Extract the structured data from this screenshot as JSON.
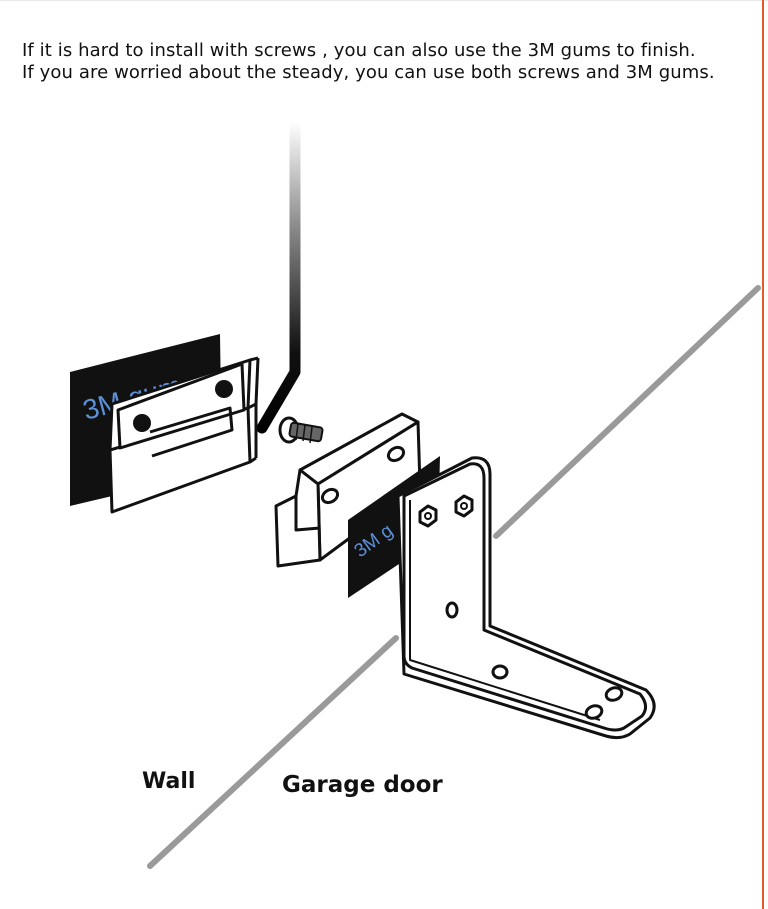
{
  "caption": {
    "line1": "If it is hard to install with screws , you can also use the 3M gums to finish.",
    "line2": "If you are worried about the steady, you can use both screws and 3M gums."
  },
  "labels": {
    "wall": "Wall",
    "garage_door": "Garage door",
    "tape_left": "3M gum",
    "tape_right": "3M g"
  },
  "colors": {
    "accent_edge": "#e45a2a",
    "tape": "#111111",
    "tape_text": "#5b8fd6",
    "door_line": "#9a9a9a"
  }
}
